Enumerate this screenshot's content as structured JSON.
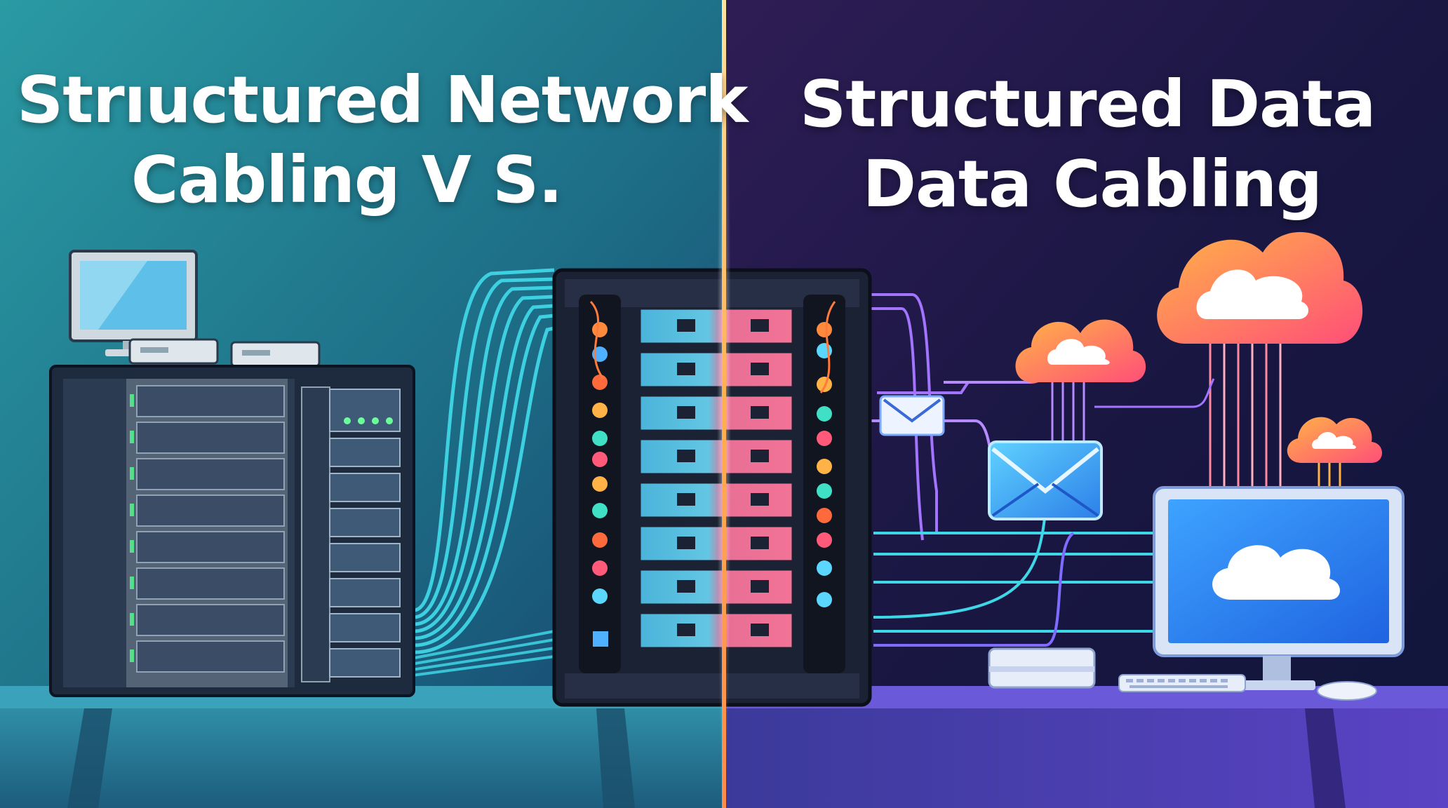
{
  "headline_left": {
    "line1": "Strıuctured Network",
    "line2": "Cabling V S."
  },
  "headline_right": {
    "line1": "Structured Data",
    "line2": "Data Cabling"
  },
  "colors": {
    "left_bg": "#1f7f8e",
    "right_bg": "#1a1540",
    "divider": "#ffcf6a",
    "left_cable": "#3fd6e6",
    "right_cable_violet": "#a374ff",
    "cloud_warm": "#ff6a6a",
    "cloud_orange": "#ffb347",
    "monitor_screen": "#2f8cff",
    "envelope": "#3ab6ff"
  },
  "icons": [
    "server-rack-icon",
    "desktop-monitor-icon",
    "cloud-icon",
    "envelope-icon",
    "keyboard-icon",
    "mouse-icon"
  ]
}
